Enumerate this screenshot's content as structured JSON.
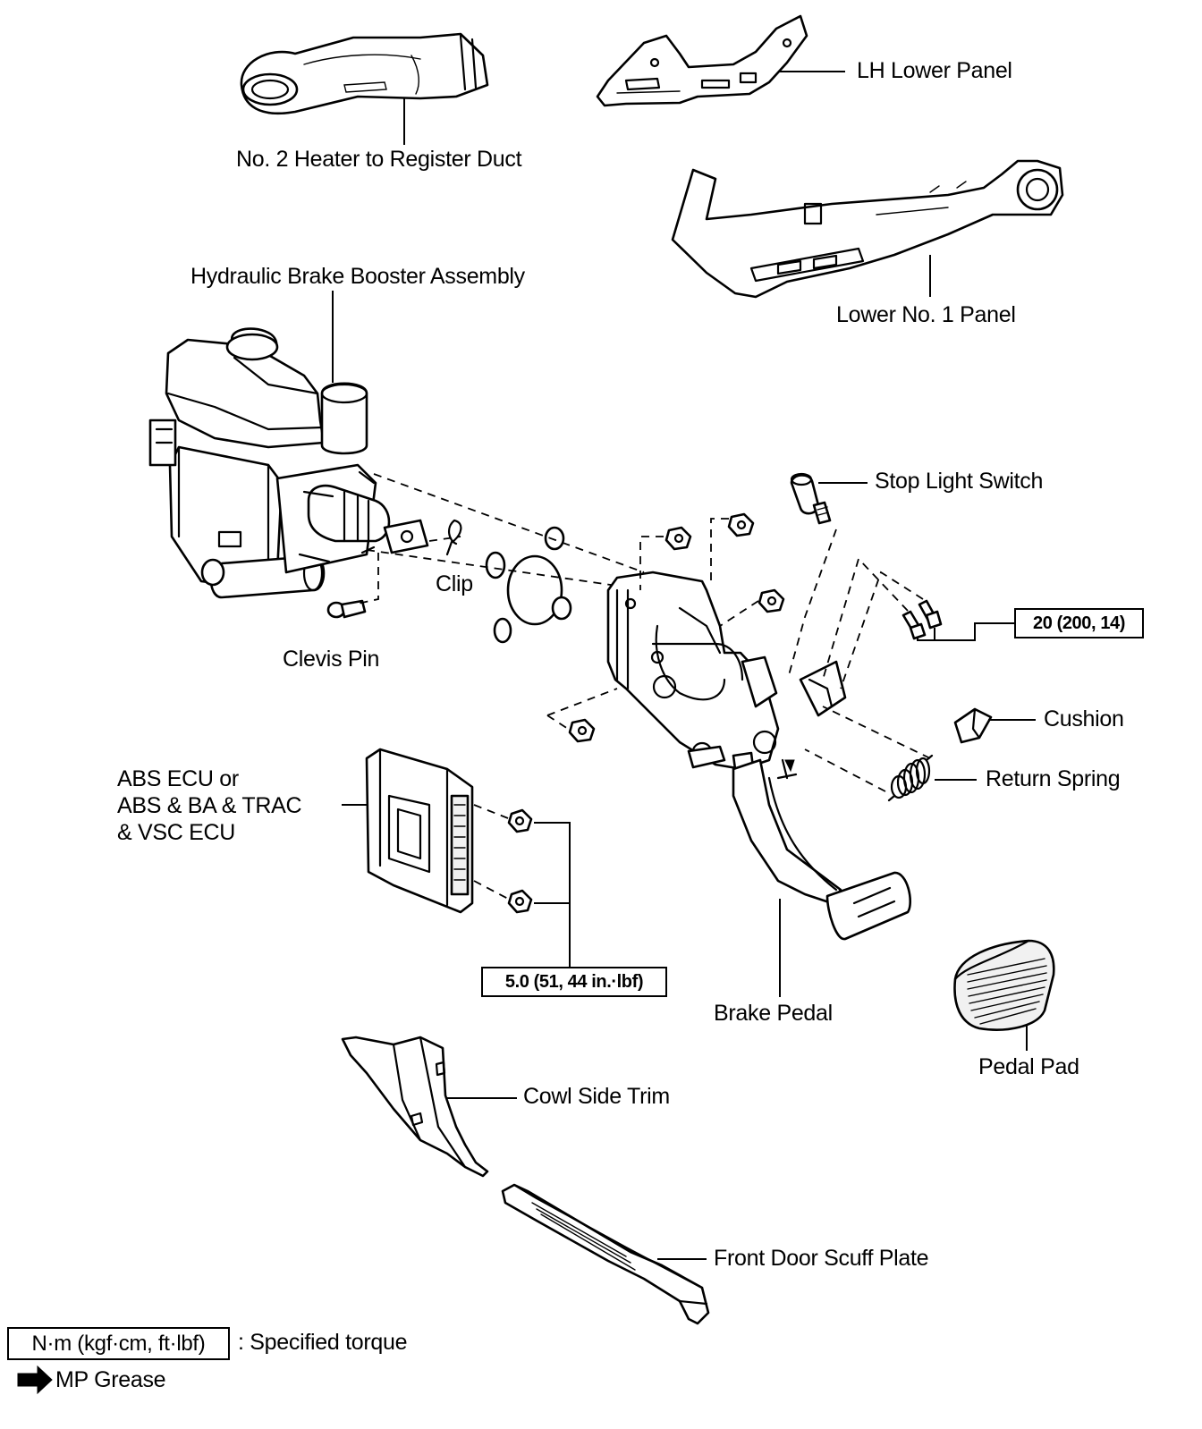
{
  "parts": {
    "heater_duct": "No. 2 Heater to Register Duct",
    "lh_lower_panel": "LH Lower Panel",
    "lower_no1_panel": "Lower No. 1 Panel",
    "brake_booster": "Hydraulic Brake Booster Assembly",
    "stop_light_switch": "Stop Light Switch",
    "clip": "Clip",
    "clevis_pin": "Clevis Pin",
    "cushion": "Cushion",
    "return_spring": "Return Spring",
    "abs_ecu_line1": "ABS ECU or",
    "abs_ecu_line2": "ABS & BA & TRAC",
    "abs_ecu_line3": "& VSC ECU",
    "brake_pedal": "Brake Pedal",
    "pedal_pad": "Pedal Pad",
    "cowl_side_trim": "Cowl Side Trim",
    "scuff_plate": "Front Door Scuff Plate"
  },
  "torque": {
    "pedal_bolts": "20 (200, 14)",
    "ecu_nuts": "5.0 (51, 44 in.·lbf)"
  },
  "legend": {
    "unit_box": "N·m (kgf·cm, ft·lbf)",
    "unit_desc": ": Specified torque",
    "grease": "MP Grease",
    "grease_icon": "arrow-right-icon"
  }
}
